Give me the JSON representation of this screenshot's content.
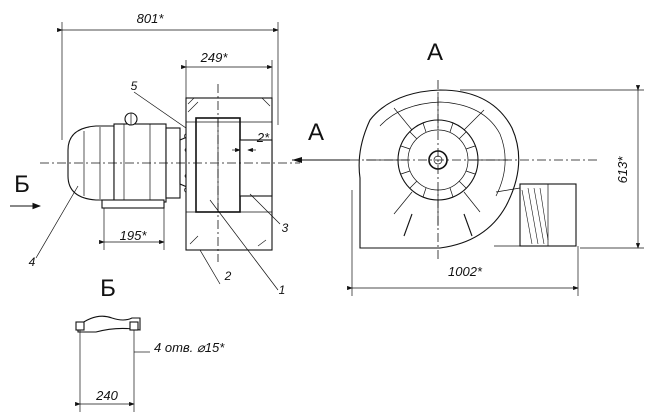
{
  "dimensions": {
    "overall_length": "801*",
    "housing_width": "249*",
    "gap": "2*",
    "motor_base": "195*",
    "casing_width": "1002*",
    "casing_height": "613*",
    "holes_note": "4 отв. ⌀15*",
    "foot_spacing": "240"
  },
  "views": {
    "view_a_mark": "A",
    "view_a_title": "A",
    "view_b_mark": "Б",
    "view_b_title": "Б"
  },
  "callouts": {
    "c1": "1",
    "c2": "2",
    "c3": "3",
    "c4": "4",
    "c5": "5"
  }
}
